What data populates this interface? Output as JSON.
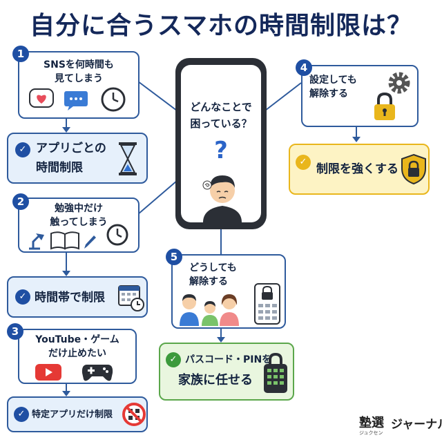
{
  "title": "自分に合うスマホの時間制限は？",
  "center": {
    "line1": "どんなことで",
    "line2": "困っている？",
    "question_mark": "?"
  },
  "problems": [
    {
      "num": "1",
      "line1": "SNSを何時間も",
      "line2": "見てしまう"
    },
    {
      "num": "2",
      "line1": "勉強中だけ",
      "line2": "触ってしまう"
    },
    {
      "num": "3",
      "line1": "YouTube・ゲーム",
      "line2": "だけ止めたい"
    },
    {
      "num": "4",
      "line1": "設定しても",
      "line2": "解除する"
    },
    {
      "num": "5",
      "line1": "どうしても",
      "line2": "解除する"
    }
  ],
  "solutions": [
    {
      "line1": "アプリごとの",
      "line2": "時間制限",
      "color": "#1f4fa3"
    },
    {
      "line1": "時間帯で制限",
      "color": "#1f4fa3"
    },
    {
      "line1": "特定アプリだけ制限",
      "color": "#1f4fa3"
    },
    {
      "line1": "制限を強くする",
      "color": "#e9b61c"
    },
    {
      "line1": "パスコード・PINを",
      "line2": "家族に任せる",
      "color": "#3c9a3c"
    }
  ],
  "check_glyph": "✓",
  "icons": [
    "heart-chat-icon",
    "speech-bubble-icon",
    "clock-icon",
    "hourglass-icon",
    "desk-lamp-icon",
    "open-book-icon",
    "pencil-icon",
    "calendar-clock-icon",
    "youtube-play-icon",
    "game-controller-icon",
    "prohibited-apps-icon",
    "gear-icon",
    "padlock-icon",
    "shield-lock-icon",
    "family-icon",
    "keypad-lock-icon",
    "worried-student-icon"
  ],
  "logo": {
    "kanji": "塾選",
    "reading": "ジュクセン",
    "word": "ジャーナル"
  }
}
